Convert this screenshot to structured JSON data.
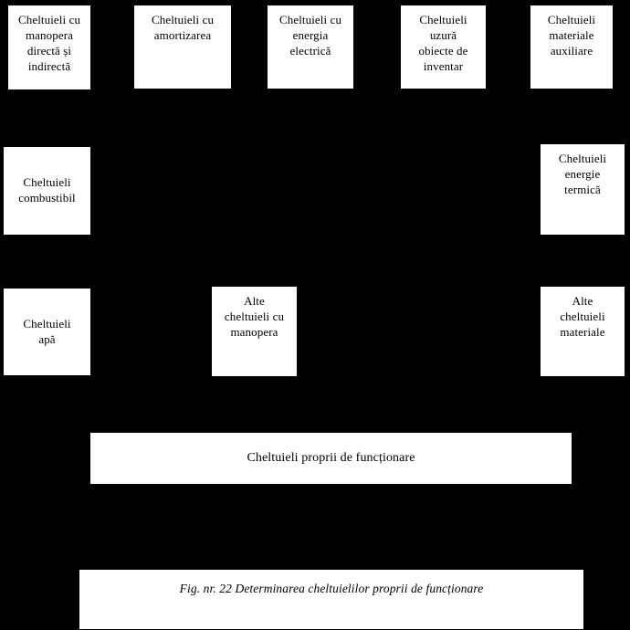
{
  "figure": {
    "caption": "Fig. nr. 22  Determinarea cheltuielilor proprii de funcționare",
    "background_color": "#000000",
    "node_fill_color": "#ffffff",
    "node_border_color": "#000000",
    "text_color": "#000000"
  },
  "nodes": {
    "row1": [
      {
        "id": "manopera",
        "label": "Cheltuieli cu\nmanopera\ndirectă și\nindirectă"
      },
      {
        "id": "amortizare",
        "label": "Cheltuieli cu\namortizarea"
      },
      {
        "id": "energie_electrica",
        "label": "Cheltuieli cu\nenergia\nelectrică"
      },
      {
        "id": "uzura_obiecte_inventar",
        "label": "Cheltuieli\nuzură\nobiecte de\ninventar"
      },
      {
        "id": "materiale_auxiliare",
        "label": "Cheltuieli\nmateriale\nauxiliare"
      }
    ],
    "row2": [
      {
        "id": "combustibil",
        "label": "Cheltuieli\ncombustibil"
      },
      {
        "id": "energie_termica",
        "label": "Cheltuieli\nenergie\ntermică"
      }
    ],
    "row3": [
      {
        "id": "apa",
        "label": "Cheltuieli\napă"
      },
      {
        "id": "alte_cheltuieli_manopera",
        "label": "Alte\ncheltuieli cu\nmanopera"
      },
      {
        "id": "alte_cheltuieli_materiale",
        "label": "Alte\ncheltuieli\nmateriale"
      }
    ],
    "total": {
      "id": "cheltuieli_proprii",
      "label": "Cheltuieli proprii de funcționare"
    }
  }
}
